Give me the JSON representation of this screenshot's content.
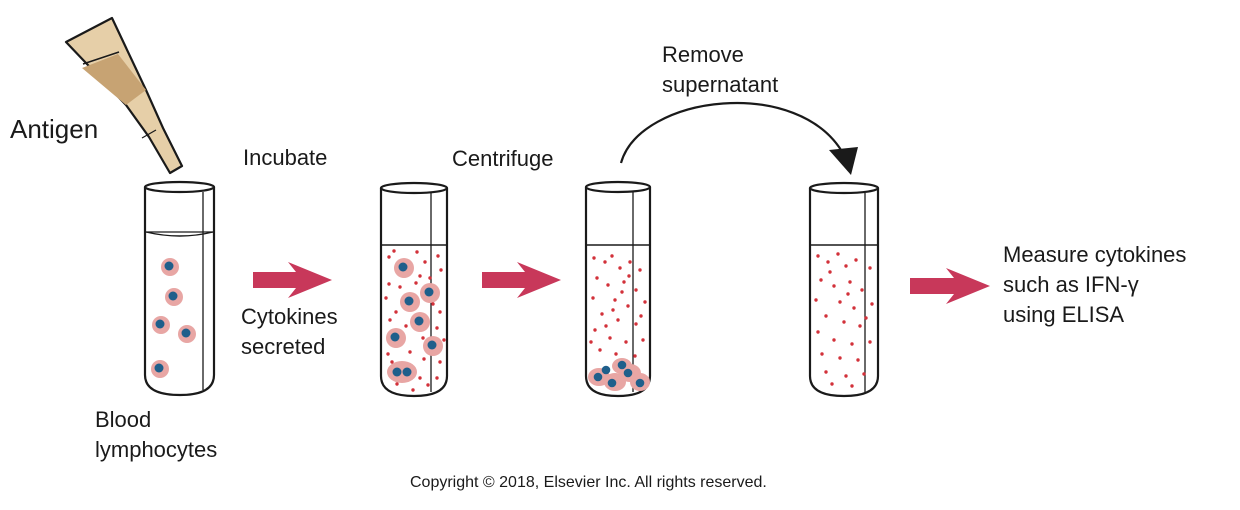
{
  "labels": {
    "antigen": "Antigen",
    "incubate": "Incubate",
    "cytokines_secreted": [
      "Cytokines",
      "secreted"
    ],
    "centrifuge": "Centrifuge",
    "remove_supernatant": [
      "Remove",
      "supernatant"
    ],
    "blood_lymphocytes": [
      "Blood",
      "lymphocytes"
    ],
    "measure": [
      "Measure cytokines",
      "such as IFN-γ",
      "using ELISA"
    ]
  },
  "copyright": "Copyright © 2018, Elsevier Inc. All rights reserved.",
  "colors": {
    "cell_halo": "#e8a6a4",
    "cell_nucleus": "#1f5f8b",
    "cytokine_dot": "#d2313a",
    "process_arrow": "#c8385a",
    "antigen_liquid": "#c7a373",
    "pipette_glass": "#e6cfa8",
    "outline": "#1a1a1a"
  }
}
